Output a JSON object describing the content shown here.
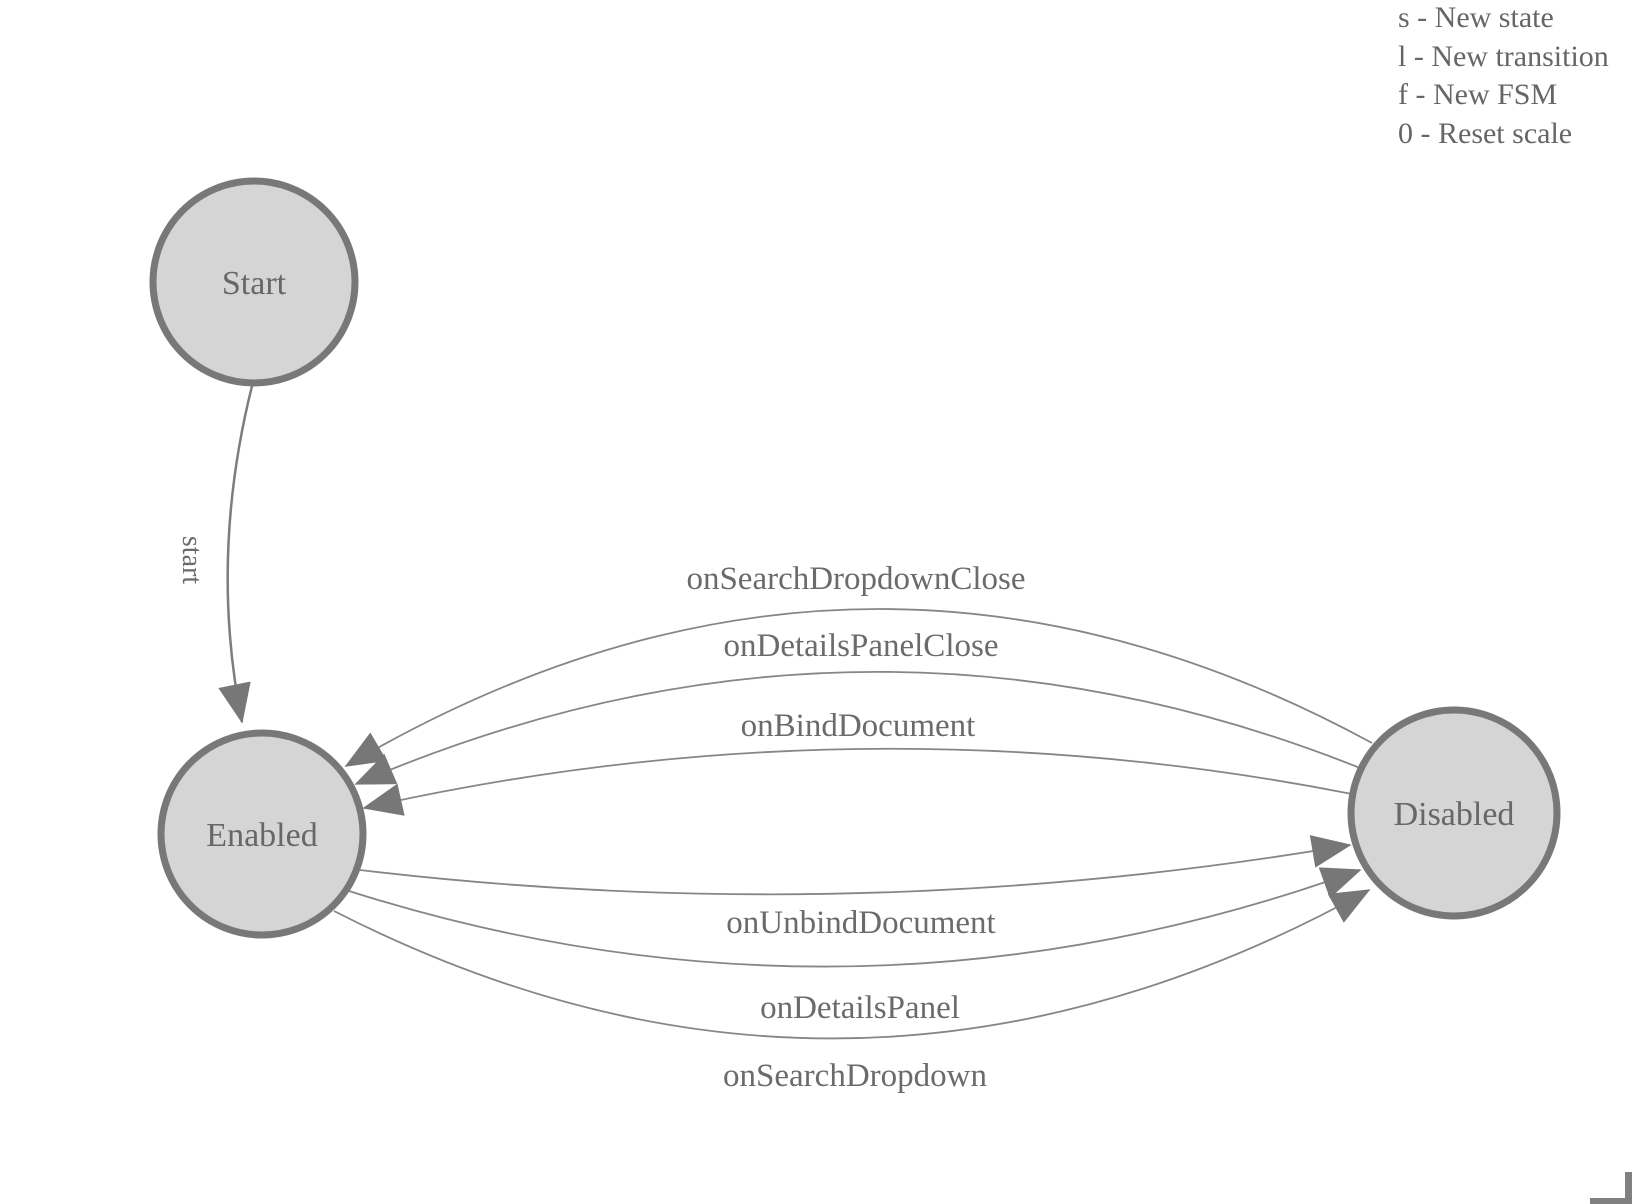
{
  "diagram": {
    "type": "finite-state-machine",
    "nodes": [
      {
        "label": "Start"
      },
      {
        "label": "Enabled"
      },
      {
        "label": "Disabled"
      }
    ],
    "edges": {
      "start": {
        "label": "start",
        "from": "Start",
        "to": "Enabled"
      },
      "t1": {
        "label": "onSearchDropdownClose",
        "from": "Disabled",
        "to": "Enabled"
      },
      "t2": {
        "label": "onDetailsPanelClose",
        "from": "Disabled",
        "to": "Enabled"
      },
      "t3": {
        "label": "onBindDocument",
        "from": "Disabled",
        "to": "Enabled"
      },
      "t4": {
        "label": "onUnbindDocument",
        "from": "Enabled",
        "to": "Disabled"
      },
      "t5": {
        "label": "onDetailsPanel",
        "from": "Enabled",
        "to": "Disabled"
      },
      "t6": {
        "label": "onSearchDropdown",
        "from": "Enabled",
        "to": "Disabled"
      }
    }
  },
  "legend": {
    "lines": [
      "s - New state",
      "l - New transition",
      "f - New FSM",
      "0 - Reset scale"
    ]
  },
  "colors": {
    "node_fill": "#d5d5d5",
    "node_stroke": "#787878",
    "edge_stroke": "#868686",
    "arrow_fill": "#777777",
    "text": "#676767",
    "legend_text": "#666666",
    "corner": "#808080",
    "background": "#ffffff"
  }
}
